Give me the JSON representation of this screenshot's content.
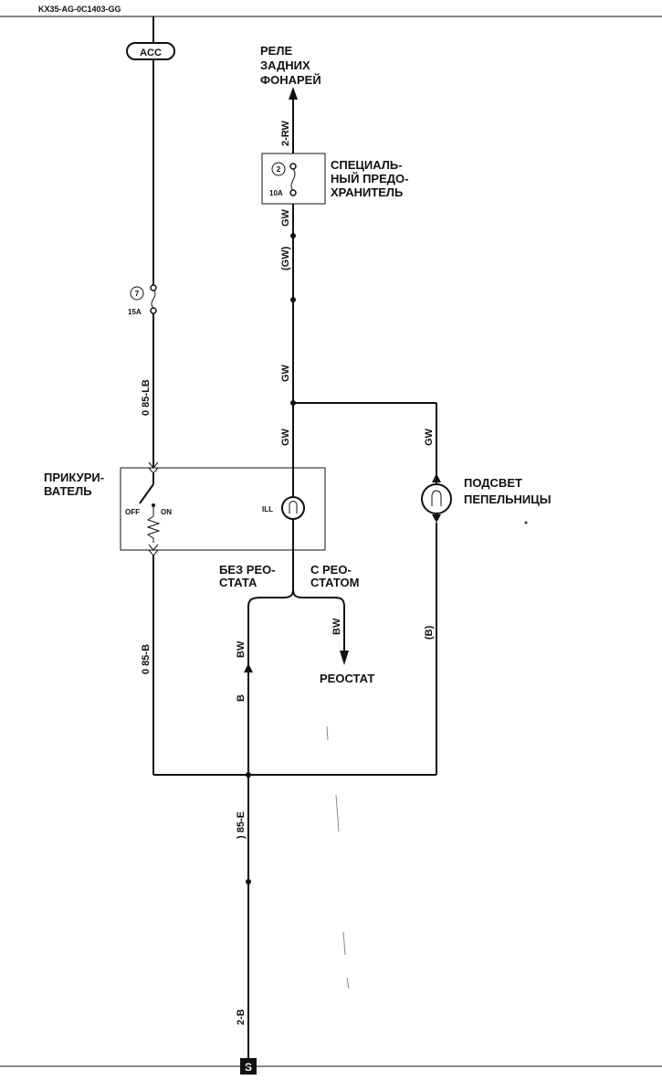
{
  "doc_code": "KX35-AG-0C1403-GG",
  "acc_label": "ACC",
  "rear_lamp_relay": [
    "РЕЛЕ",
    "ЗАДНИХ",
    "ФОНАРЕЙ"
  ],
  "special_fuse": {
    "number": "2",
    "rating": "10A",
    "label": [
      "СПЕЦИАЛЬ-",
      "НЫЙ ПРЕДО-",
      "ХРАНИТЕЛЬ"
    ]
  },
  "fuse_7": {
    "number": "7",
    "rating": "15A"
  },
  "cigarette_lighter": {
    "label": [
      "ПРИКУРИ-",
      "ВАТЕЛЬ"
    ],
    "off": "OFF",
    "on": "ON",
    "lamp": "ILL"
  },
  "ashtray_light": [
    "ПОДСВЕТ",
    "ПЕПЕЛЬНИЦЫ"
  ],
  "without_rheostat": [
    "БЕЗ РЕО-",
    "СТАТА"
  ],
  "with_rheostat": [
    "С РЕО-",
    "СТАТОМ"
  ],
  "rheostat": "РЕОСТАТ",
  "ground": "S",
  "wires": {
    "w_2rw": "2-RW",
    "w_gw_top": "GW",
    "w_gw_paren": "(GW)",
    "w_gw_mid": "GW",
    "w_gw_lower": "GW",
    "w_gw_right": "GW",
    "w_085lb": "0 85-LB",
    "w_085b": "0 85-B",
    "w_bw_left": "BW",
    "w_b_left": "B",
    "w_bw_rheo": "BW",
    "w_b_paren": "(B)",
    "w_085e": ") 85-E",
    "w_2b": "2-B"
  }
}
